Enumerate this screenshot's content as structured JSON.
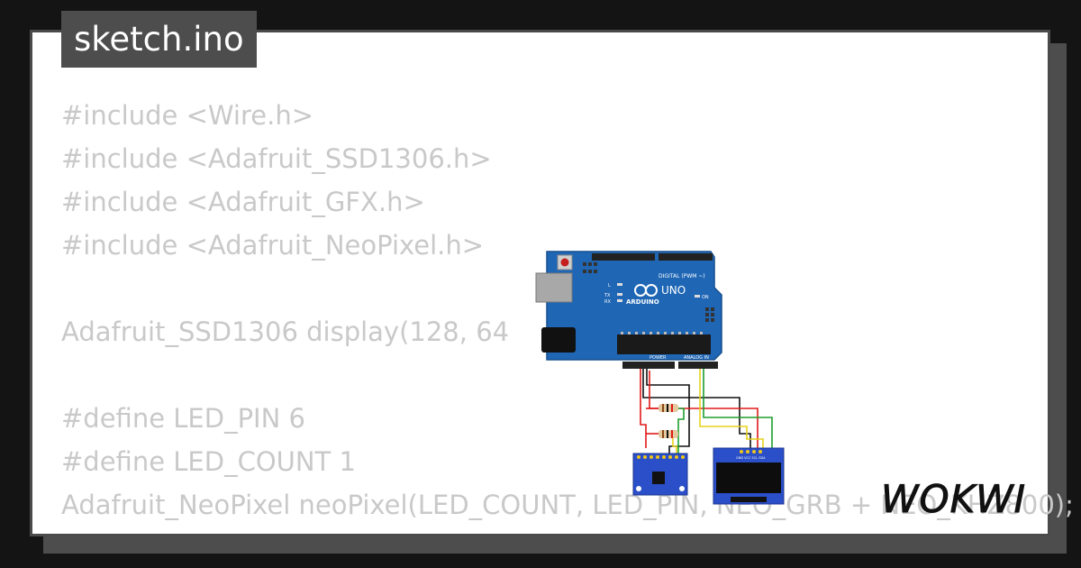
{
  "title": "sketch.ino",
  "code_lines": [
    "#include <Wire.h>",
    "#include <Adafruit_SSD1306.h>",
    "#include <Adafruit_GFX.h>",
    "#include <Adafruit_NeoPixel.h>",
    "",
    "Adafruit_SSD1306 display(128, 64",
    "",
    "#define LED_PIN 6",
    "#define LED_COUNT 1",
    "Adafruit_NeoPixel neoPixel(LED_COUNT, LED_PIN, NEO_GRB + NEO_KHZ800);"
  ],
  "board": {
    "name": "UNO",
    "brand": "ARDUINO",
    "digital_label": "DIGITAL (PWM ~)",
    "power_label": "POWER",
    "analog_label": "ANALOG IN",
    "led_l": "L",
    "led_tx": "TX",
    "led_rx": "RX",
    "led_on": "ON"
  },
  "oled_pin_labels": "GND VCC SCL SDA",
  "logo_text": "WOKWI",
  "colors": {
    "background": "#141414",
    "card": "#ffffff",
    "tab": "#4d4d4d",
    "code_text": "#c9c9c9",
    "board_blue": "#1f66b5",
    "sensor_blue": "#2a4fc9",
    "wire_red": "#e01b1b",
    "wire_green": "#1e9e2e",
    "wire_yellow": "#e6d21a",
    "wire_black": "#111111"
  }
}
